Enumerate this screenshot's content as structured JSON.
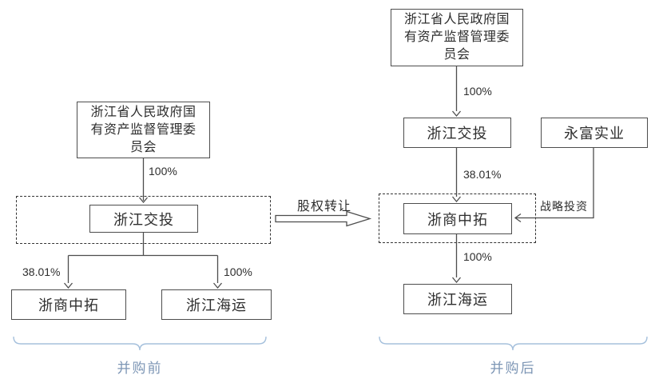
{
  "before": {
    "group_label": "并购前",
    "boxes": {
      "commission": "浙江省人民政府国有资产监督管理委员会",
      "jiaotou": "浙江交投",
      "zhongtuo": "浙商中拓",
      "haiyun": "浙江海运"
    },
    "edges": {
      "commission_to_jiaotou": "100%",
      "jiaotou_to_zhongtuo": "38.01%",
      "jiaotou_to_haiyun": "100%"
    }
  },
  "transfer": {
    "label": "股权转让"
  },
  "after": {
    "group_label": "并购后",
    "boxes": {
      "commission": "浙江省人民政府国有资产监督管理委员会",
      "jiaotou": "浙江交投",
      "yongfu": "永富实业",
      "zhongtuo": "浙商中拓",
      "haiyun": "浙江海运"
    },
    "edges": {
      "commission_to_jiaotou": "100%",
      "jiaotou_to_zhongtuo": "38.01%",
      "zhongtuo_to_haiyun": "100%",
      "yongfu_to_zhongtuo": "战略投资"
    }
  },
  "colors": {
    "line": "#4d4d4d",
    "box_border": "#4d4d4d",
    "text": "#2e2e2e",
    "brace": "#a5c0dc",
    "brace_text": "#7d96b5"
  }
}
